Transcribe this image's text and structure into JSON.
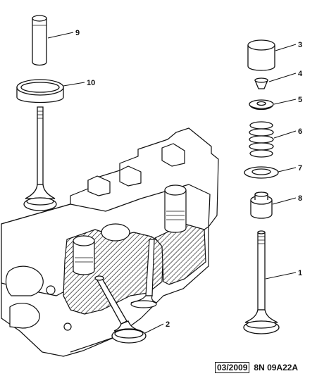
{
  "callouts": [
    {
      "id": "9",
      "label": "9"
    },
    {
      "id": "10",
      "label": "10"
    },
    {
      "id": "3",
      "label": "3"
    },
    {
      "id": "4",
      "label": "4"
    },
    {
      "id": "5",
      "label": "5"
    },
    {
      "id": "6",
      "label": "6"
    },
    {
      "id": "7",
      "label": "7"
    },
    {
      "id": "8",
      "label": "8"
    },
    {
      "id": "1",
      "label": "1"
    },
    {
      "id": "2",
      "label": "2"
    }
  ],
  "footer": {
    "date": "03/2009",
    "code": "8N 09A22A"
  }
}
